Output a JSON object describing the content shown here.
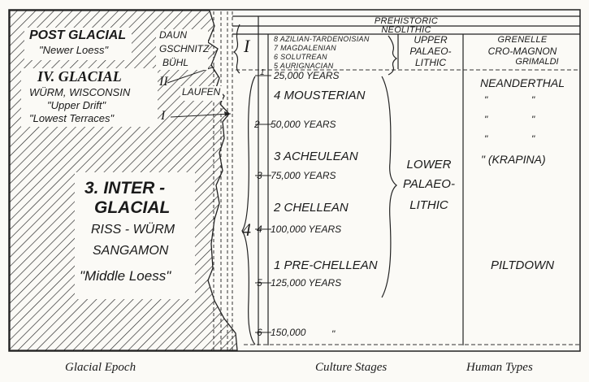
{
  "glacial": {
    "post_glacial_title": "POST GLACIAL",
    "post_glacial_sub": "\"Newer Loess\"",
    "daun": "DAUN",
    "gschnitz": "GSCHNITZ",
    "buhl": "BÜHL",
    "glacial_iv_title": "IV. GLACIAL",
    "glacial_iv_line1": "WÜRM, WISCONSIN",
    "glacial_iv_line2": "\"Upper Drift\"",
    "glacial_iv_line3": "\"Lowest Terraces\"",
    "laufen": "LAUFEN",
    "roman_ii": "II",
    "roman_i": "I",
    "interglacial_line1": "3. INTER -",
    "interglacial_line2": "GLACIAL",
    "interglacial_line3": "RISS - WÜRM",
    "interglacial_line4": "SANGAMON",
    "interglacial_line5": "\"Middle Loess\""
  },
  "culture": {
    "prehistoric": "PREHISTORIC",
    "neolithic": "NEOLITHIC",
    "stage_roman_i": "I",
    "stage_num_4": "4",
    "upper_stages": [
      "8 AZILIAN-TARDENOISIAN",
      "7 MAGDALENIAN",
      "6 SOLUTREAN",
      "5 AURIGNACIAN"
    ],
    "upper_palaeo": [
      "UPPER",
      "PALAEO-",
      "LITHIC"
    ],
    "lower_palaeo": [
      "LOWER",
      "PALAEO-",
      "LITHIC"
    ],
    "years": [
      {
        "num": "1",
        "label": "25,000 YEARS"
      },
      {
        "num": "2",
        "label": "50,000 YEARS"
      },
      {
        "num": "3",
        "label": "75,000 YEARS"
      },
      {
        "num": "4",
        "label": "100,000 YEARS"
      },
      {
        "num": "5",
        "label": "125,000 YEARS"
      },
      {
        "num": "6",
        "label": "150,000"
      }
    ],
    "ditto_150": "\"",
    "stages": [
      "4 MOUSTERIAN",
      "3 ACHEULEAN",
      "2 CHELLEAN",
      "1 PRE-CHELLEAN"
    ]
  },
  "human": {
    "grenelle": "GRENELLE",
    "cro_magnon": "CRO-MAGNON",
    "grimaldi": "GRIMALDI",
    "neanderthal": "NEANDERTHAL",
    "ditto": "\"",
    "krapina": "\" (KRAPINA)",
    "piltdown": "PILTDOWN"
  },
  "captions": {
    "glacial_epoch": "Glacial Epoch",
    "culture_stages": "Culture Stages",
    "human_types": "Human Types"
  }
}
